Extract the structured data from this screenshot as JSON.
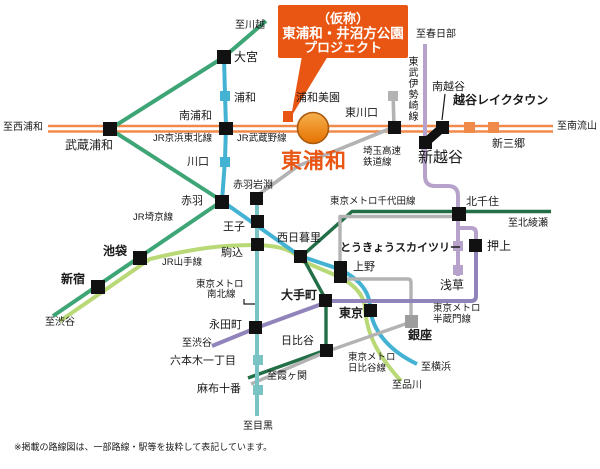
{
  "callout": {
    "line1": "（仮称）",
    "line2": "東浦和・井沼方公園",
    "line3": "プロジェクト"
  },
  "highlight_station": "東浦和",
  "note": "※掲載の路線図は、一部路線・駅等を抜粋して表記しています。",
  "colors": {
    "accent_orange": "#e95513",
    "jr_musashino": "#f08a4b",
    "jr_keihin_tohoku": "#44b2d2",
    "jr_saikyo": "#3ea576",
    "jr_yamanote": "#b9d876",
    "metro_namboku": "#79c3c5",
    "metro_chiyoda": "#226e47",
    "metro_hibiya": "#b3b3b3",
    "saitama_rapid": "#b3b3b3",
    "metro_hanzomon": "#9184bb",
    "tobu_isesaki": "#b7a2cb",
    "station_black": "#111111",
    "ginza_gray": "#9d9d9d",
    "marker_top": "#f6b14e",
    "marker_bottom": "#e57200",
    "marker_border": "#aa5a0d"
  },
  "labels": {
    "to_kawagoe": {
      "text": "至川越"
    },
    "omiya": {
      "text": "大宮"
    },
    "urawa": {
      "text": "浦和"
    },
    "minami_urawa": {
      "text": "南浦和"
    },
    "jr_keihin_tohoku_line": {
      "text": "JR京浜東北線"
    },
    "jr_musashino_line": {
      "text": "JR武蔵野線"
    },
    "to_nishi_urawa": {
      "text": "至西浦和"
    },
    "musashi_urawa": {
      "text": "武蔵浦和"
    },
    "kawaguchi": {
      "text": "川口"
    },
    "akabane": {
      "text": "赤羽"
    },
    "akabane_iwabuchi": {
      "text": "赤羽岩淵"
    },
    "jr_saikyo_line": {
      "text": "JR埼京線"
    },
    "oji": {
      "text": "王子"
    },
    "komagome": {
      "text": "駒込"
    },
    "ikebukuro": {
      "text": "池袋"
    },
    "jr_yamanote_line": {
      "text": "JR山手線"
    },
    "shinjuku": {
      "text": "新宿"
    },
    "to_shibuya_left": {
      "text": "至渋谷"
    },
    "metro_namboku_1": {
      "text": "東京メトロ"
    },
    "metro_namboku_2": {
      "text": "南北線"
    },
    "nagatacho": {
      "text": "永田町"
    },
    "to_shibuya_mid": {
      "text": "至渋谷"
    },
    "roppongi_itchome": {
      "text": "六本木一丁目"
    },
    "azabu_juban": {
      "text": "麻布十番"
    },
    "to_meguro": {
      "text": "至目黒"
    },
    "to_kasumigaseki": {
      "text": "至霞ヶ関"
    },
    "hibiya": {
      "text": "日比谷"
    },
    "otemachi": {
      "text": "大手町"
    },
    "tokyo": {
      "text": "東京"
    },
    "ginza": {
      "text": "銀座"
    },
    "metro_hanzomon_1": {
      "text": "東京メトロ"
    },
    "metro_hanzomon_2": {
      "text": "半蔵門線"
    },
    "metro_hibiya_1": {
      "text": "東京メトロ"
    },
    "metro_hibiya_2": {
      "text": "日比谷線"
    },
    "to_yokohama": {
      "text": "至横浜"
    },
    "to_shinagawa": {
      "text": "至品川"
    },
    "ueno": {
      "text": "上野"
    },
    "tokyo_skytree": {
      "text": "とうきょうスカイツリー"
    },
    "oshiage": {
      "text": "押上"
    },
    "asakusa": {
      "text": "浅草"
    },
    "kita_senju": {
      "text": "北千住"
    },
    "to_kita_ayase": {
      "text": "至北綾瀬"
    },
    "metro_chiyoda_line": {
      "text": "東京メトロ千代田線"
    },
    "nishi_nippori": {
      "text": "西日暮里"
    },
    "urawa_misono": {
      "text": "浦和美園"
    },
    "higashi_kawaguchi": {
      "text": "東川口"
    },
    "saitama_rapid_1": {
      "text": "埼玉高速"
    },
    "saitama_rapid_2": {
      "text": "鉄道線"
    },
    "tobu_isesaki_line": {
      "text": "東武伊勢崎線"
    },
    "to_kasukabe": {
      "text": "至春日部"
    },
    "minami_koshigaya": {
      "text": "南越谷"
    },
    "koshigaya_laketown": {
      "text": "越谷レイクタウン"
    },
    "shin_misato": {
      "text": "新三郷"
    },
    "to_minami_nagareyama": {
      "text": "至南流山"
    },
    "shin_koshigaya": {
      "text": "新越谷"
    }
  }
}
